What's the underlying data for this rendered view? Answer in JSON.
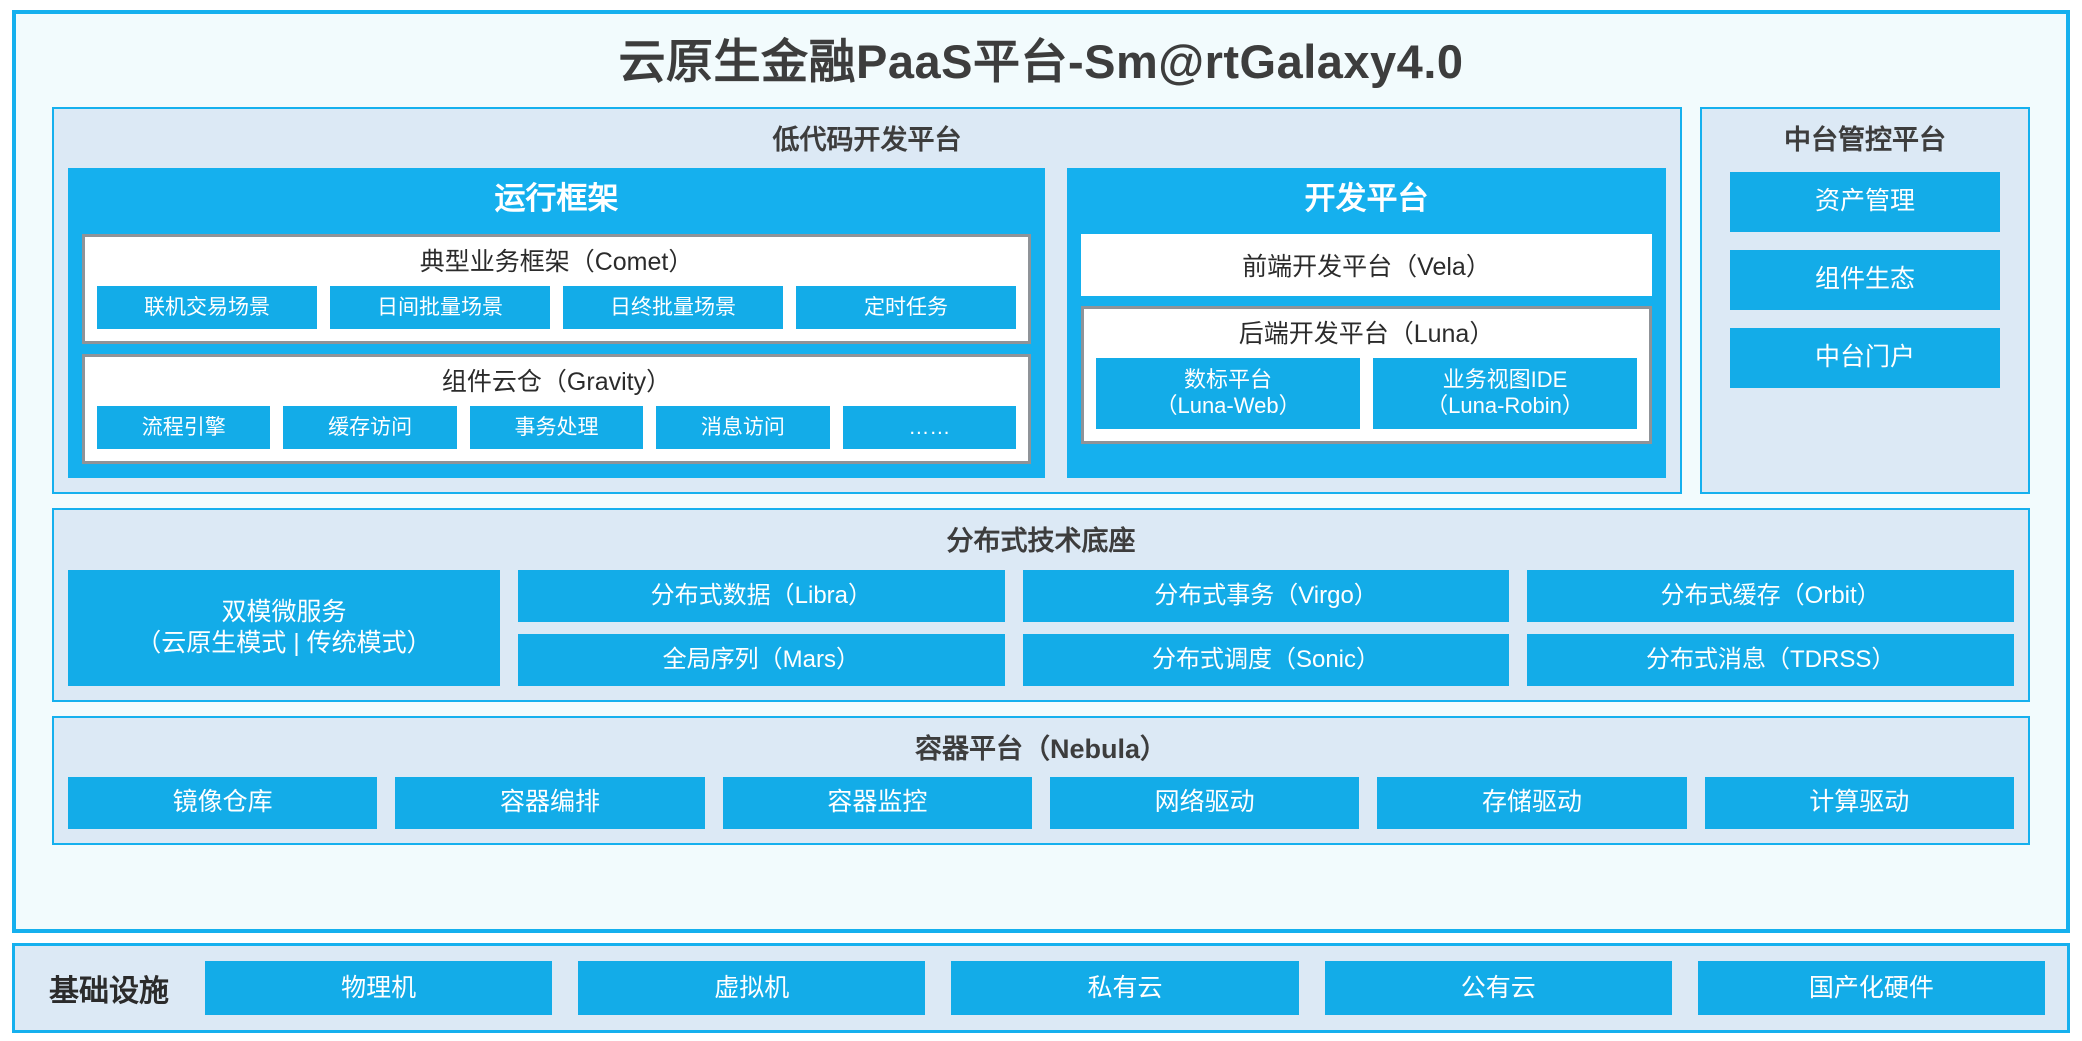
{
  "title": "云原生金融PaaS平台-Sm@rtGalaxy4.0",
  "colors": {
    "accent": "#15b0ee",
    "chip": "#13ace8",
    "panel_bg": "#dce9f5",
    "card_bg": "#f2fbfd",
    "group_border": "#8f9398",
    "text_dark": "#3d3d3d"
  },
  "lowcode": {
    "title": "低代码开发平台",
    "runtime": {
      "title": "运行框架",
      "comet": {
        "title": "典型业务框架（Comet）",
        "items": [
          "联机交易场景",
          "日间批量场景",
          "日终批量场景",
          "定时任务"
        ]
      },
      "gravity": {
        "title": "组件云仓（Gravity）",
        "items": [
          "流程引擎",
          "缓存访问",
          "事务处理",
          "消息访问",
          "……"
        ]
      }
    },
    "devplatform": {
      "title": "开发平台",
      "frontend": "前端开发平台（Vela）",
      "backend": {
        "title": "后端开发平台（Luna）",
        "items": [
          "数标平台\n（Luna-Web）",
          "业务视图IDE\n（Luna-Robin）"
        ]
      }
    }
  },
  "management": {
    "title": "中台管控平台",
    "items": [
      "资产管理",
      "组件生态",
      "中台门户"
    ]
  },
  "distributed": {
    "title": "分布式技术底座",
    "wide_item": "双模微服务\n（云原生模式 | 传统模式）",
    "columns": [
      [
        "分布式数据（Libra）",
        "全局序列（Mars）"
      ],
      [
        "分布式事务（Virgo）",
        "分布式调度（Sonic）"
      ],
      [
        "分布式缓存（Orbit）",
        "分布式消息（TDRSS）"
      ]
    ]
  },
  "container": {
    "title": "容器平台（Nebula）",
    "items": [
      "镜像仓库",
      "容器编排",
      "容器监控",
      "网络驱动",
      "存储驱动",
      "计算驱动"
    ]
  },
  "infrastructure": {
    "label": "基础设施",
    "items": [
      "物理机",
      "虚拟机",
      "私有云",
      "公有云",
      "国产化硬件"
    ]
  }
}
